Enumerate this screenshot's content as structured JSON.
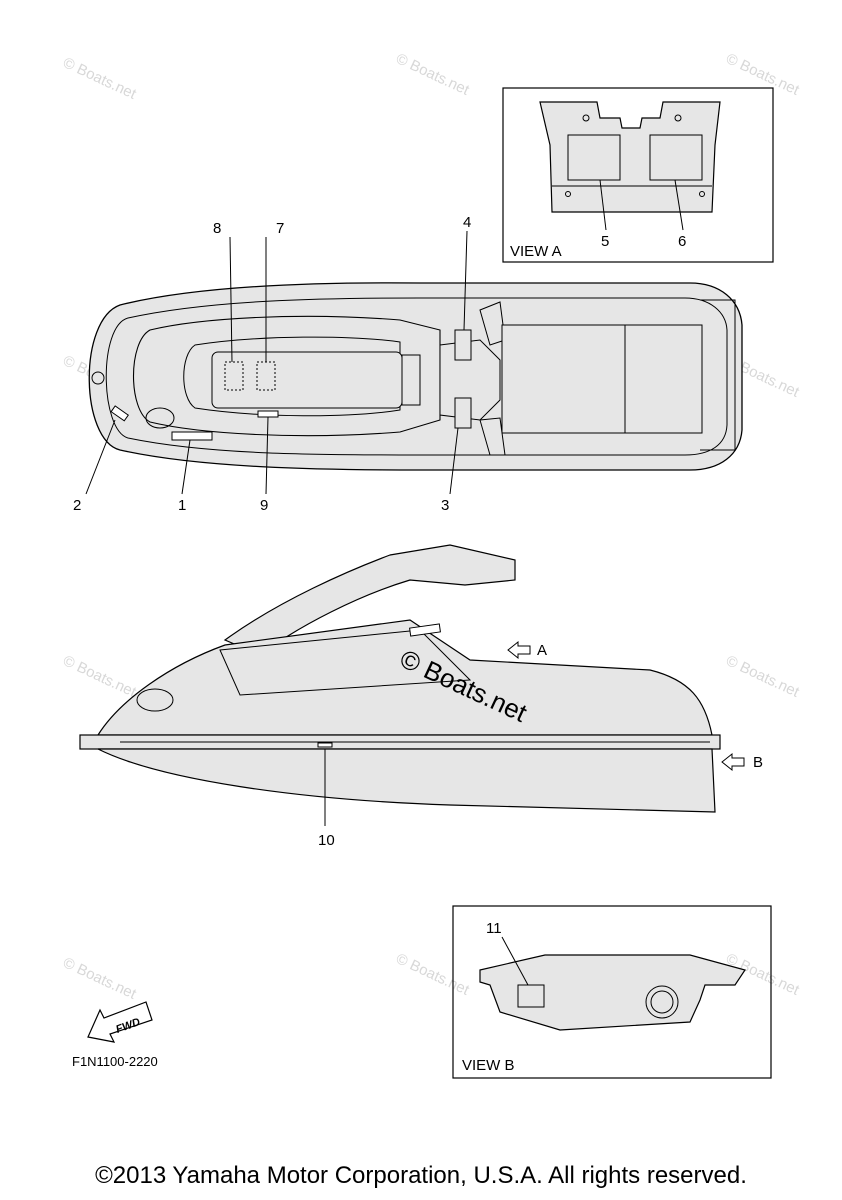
{
  "callouts": [
    "1",
    "2",
    "3",
    "4",
    "5",
    "6",
    "7",
    "8",
    "9",
    "10",
    "11"
  ],
  "views": {
    "a_label": "VIEW A",
    "b_label": "VIEW B"
  },
  "arrows": {
    "a": "A",
    "b": "B"
  },
  "fwd_label": "FWD",
  "part_code": "F1N1100-2220",
  "watermark": {
    "small": "© Boats.net",
    "large": "© Boats.net"
  },
  "copyright": "©2013 Yamaha Motor Corporation, U.S.A. All rights reserved.",
  "colors": {
    "fill": "#e6e6e6",
    "line": "#000000",
    "watermark": "#d8d8d8"
  }
}
